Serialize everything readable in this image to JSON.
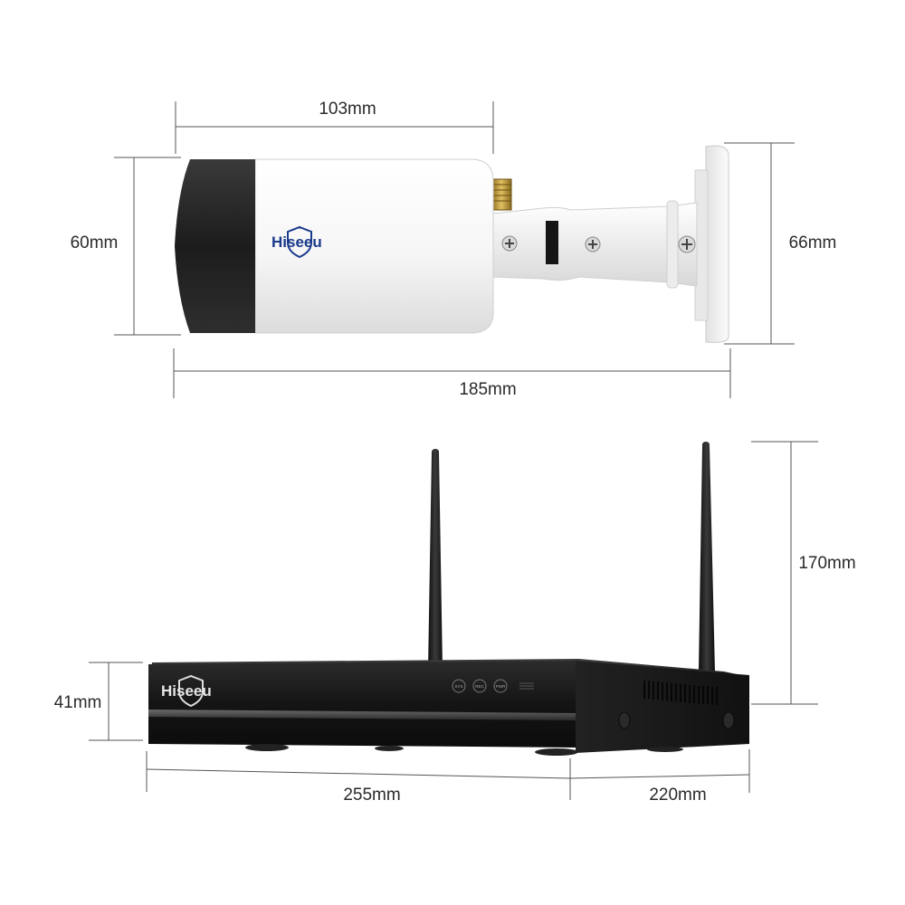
{
  "camera": {
    "brand": "Hiseeu",
    "dimensions": {
      "length_body": "103mm",
      "height_body": "60mm",
      "height_mount": "66mm",
      "length_total": "185mm"
    }
  },
  "nvr": {
    "brand": "Hiseeu",
    "panel_indicators": [
      "SYS",
      "REC",
      "PWR"
    ],
    "dimensions": {
      "height_antenna": "170mm",
      "height_body": "41mm",
      "width": "255mm",
      "depth": "220mm"
    }
  },
  "colors": {
    "camera_body": "#f4f4f4",
    "camera_hood": "#222222",
    "nvr_body": "#1e1e1e",
    "brand_blue": "#1a3a8c"
  }
}
